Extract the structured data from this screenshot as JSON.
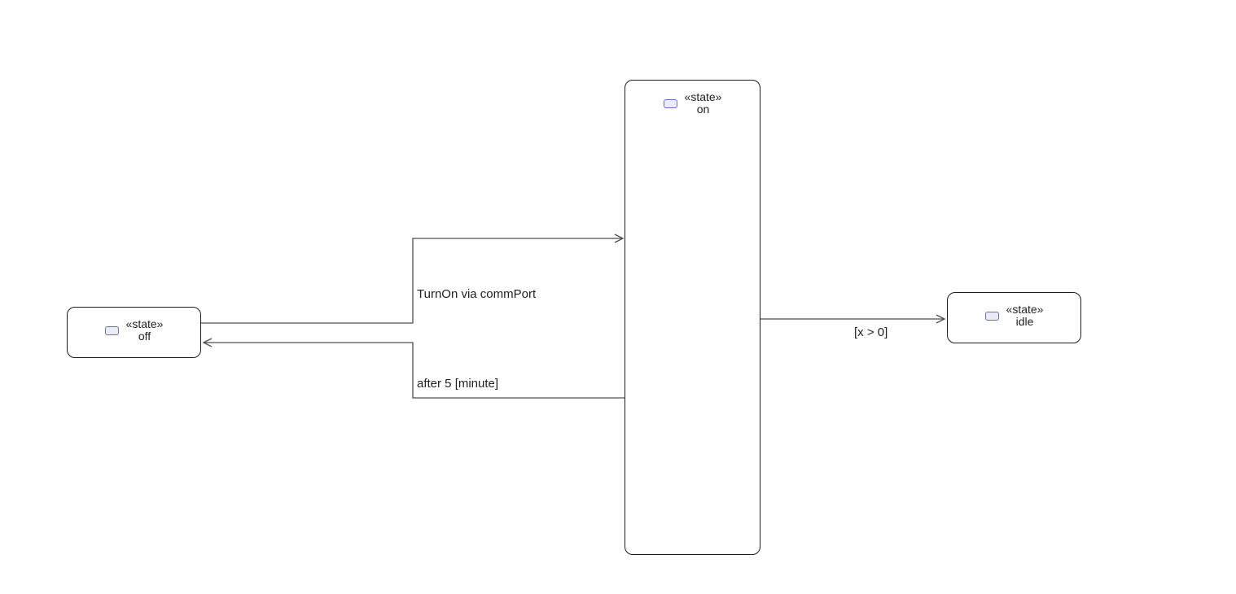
{
  "diagram": {
    "type": "uml-state-diagram",
    "nodes": [
      {
        "id": "off",
        "stereotype": "«state»",
        "label": "off"
      },
      {
        "id": "on",
        "stereotype": "«state»",
        "label": "on"
      },
      {
        "id": "idle",
        "stereotype": "«state»",
        "label": "idle"
      }
    ],
    "edges": [
      {
        "id": "off-to-on",
        "source": "off",
        "target": "on",
        "label": "TurnOn via commPort"
      },
      {
        "id": "on-to-off",
        "source": "on",
        "target": "off",
        "label": "after 5 [minute]"
      },
      {
        "id": "on-to-idle",
        "source": "on",
        "target": "idle",
        "label": "[x > 0]"
      }
    ],
    "colors": {
      "canvas_bg": "#ffffff",
      "node_border": "#1c1c1c",
      "edge_stroke": "#4f4f4f",
      "icon_border": "#6b6db8",
      "icon_fill": "#ebebf7",
      "text": "#212121"
    }
  }
}
